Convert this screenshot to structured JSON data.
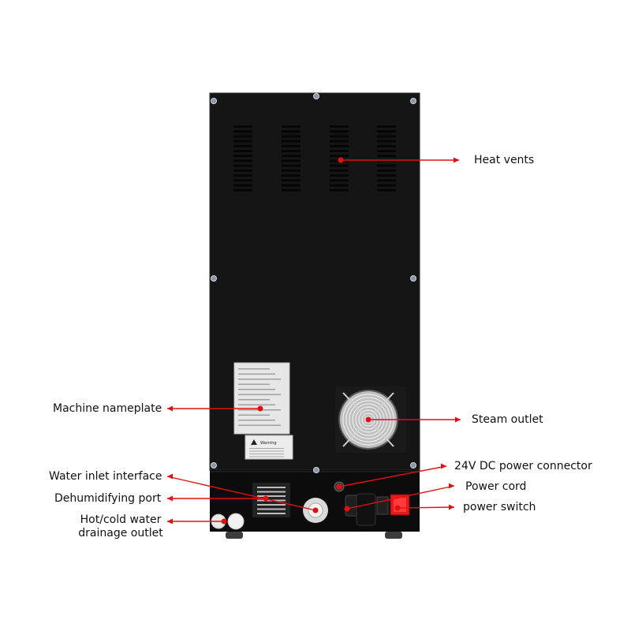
{
  "callouts": {
    "heat_vents": "Heat vents",
    "machine_nameplate": "Machine nameplate",
    "steam_outlet": "Steam outlet",
    "dc_connector": "24V DC power connector",
    "water_inlet": "Water inlet interface",
    "power_cord": "Power cord",
    "dehumidifying_port": "Dehumidifying port",
    "power_switch": "power switch",
    "drainage_line1": "Hot/cold water",
    "drainage_line2": "drainage outlet"
  },
  "nameplate": {
    "warning_text": "Warning"
  },
  "colors": {
    "cabinet": "#141414",
    "base": "#0b0b0b",
    "callout": "#e01010",
    "switch": "#e8181c",
    "fan_grille": "#d8d8d8"
  }
}
